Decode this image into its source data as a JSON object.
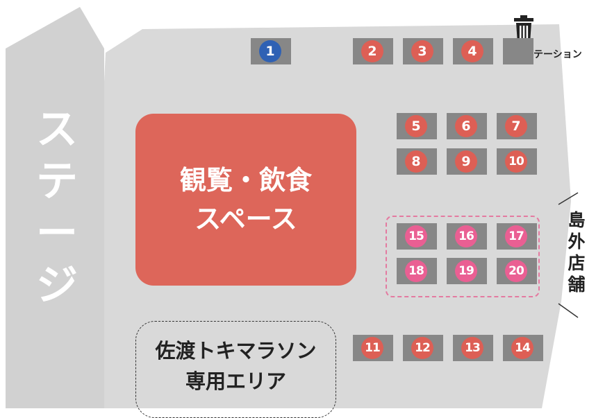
{
  "stage": {
    "label": "ステージ"
  },
  "dining_area": {
    "line1": "観覧・飲食",
    "line2": "スペース"
  },
  "marathon_area": {
    "line1": "佐渡トキマラソン",
    "line2": "専用エリア"
  },
  "trash_station": {
    "label": "ゴミステーション",
    "icon": "trash-can-icon"
  },
  "island_outside": {
    "label": "島外店舗",
    "chars": [
      "島",
      "外",
      "店",
      "舗"
    ]
  },
  "colors": {
    "floor": "#d9d9d9",
    "stage": "#d1d1d1",
    "booth": "#878787",
    "badge_red": "#dd5f55",
    "badge_blue": "#2f61b4",
    "badge_pink": "#ea5f93",
    "dining": "#dd665a"
  },
  "booths": [
    {
      "number": "1",
      "color": "blue"
    },
    {
      "number": "2",
      "color": "red"
    },
    {
      "number": "3",
      "color": "red"
    },
    {
      "number": "4",
      "color": "red"
    },
    {
      "number": "5",
      "color": "red"
    },
    {
      "number": "6",
      "color": "red"
    },
    {
      "number": "7",
      "color": "red"
    },
    {
      "number": "8",
      "color": "red"
    },
    {
      "number": "9",
      "color": "red"
    },
    {
      "number": "10",
      "color": "red"
    },
    {
      "number": "11",
      "color": "red"
    },
    {
      "number": "12",
      "color": "red"
    },
    {
      "number": "13",
      "color": "red"
    },
    {
      "number": "14",
      "color": "red"
    },
    {
      "number": "15",
      "color": "pink"
    },
    {
      "number": "16",
      "color": "pink"
    },
    {
      "number": "17",
      "color": "pink"
    },
    {
      "number": "18",
      "color": "pink"
    },
    {
      "number": "19",
      "color": "pink"
    },
    {
      "number": "20",
      "color": "pink"
    }
  ]
}
